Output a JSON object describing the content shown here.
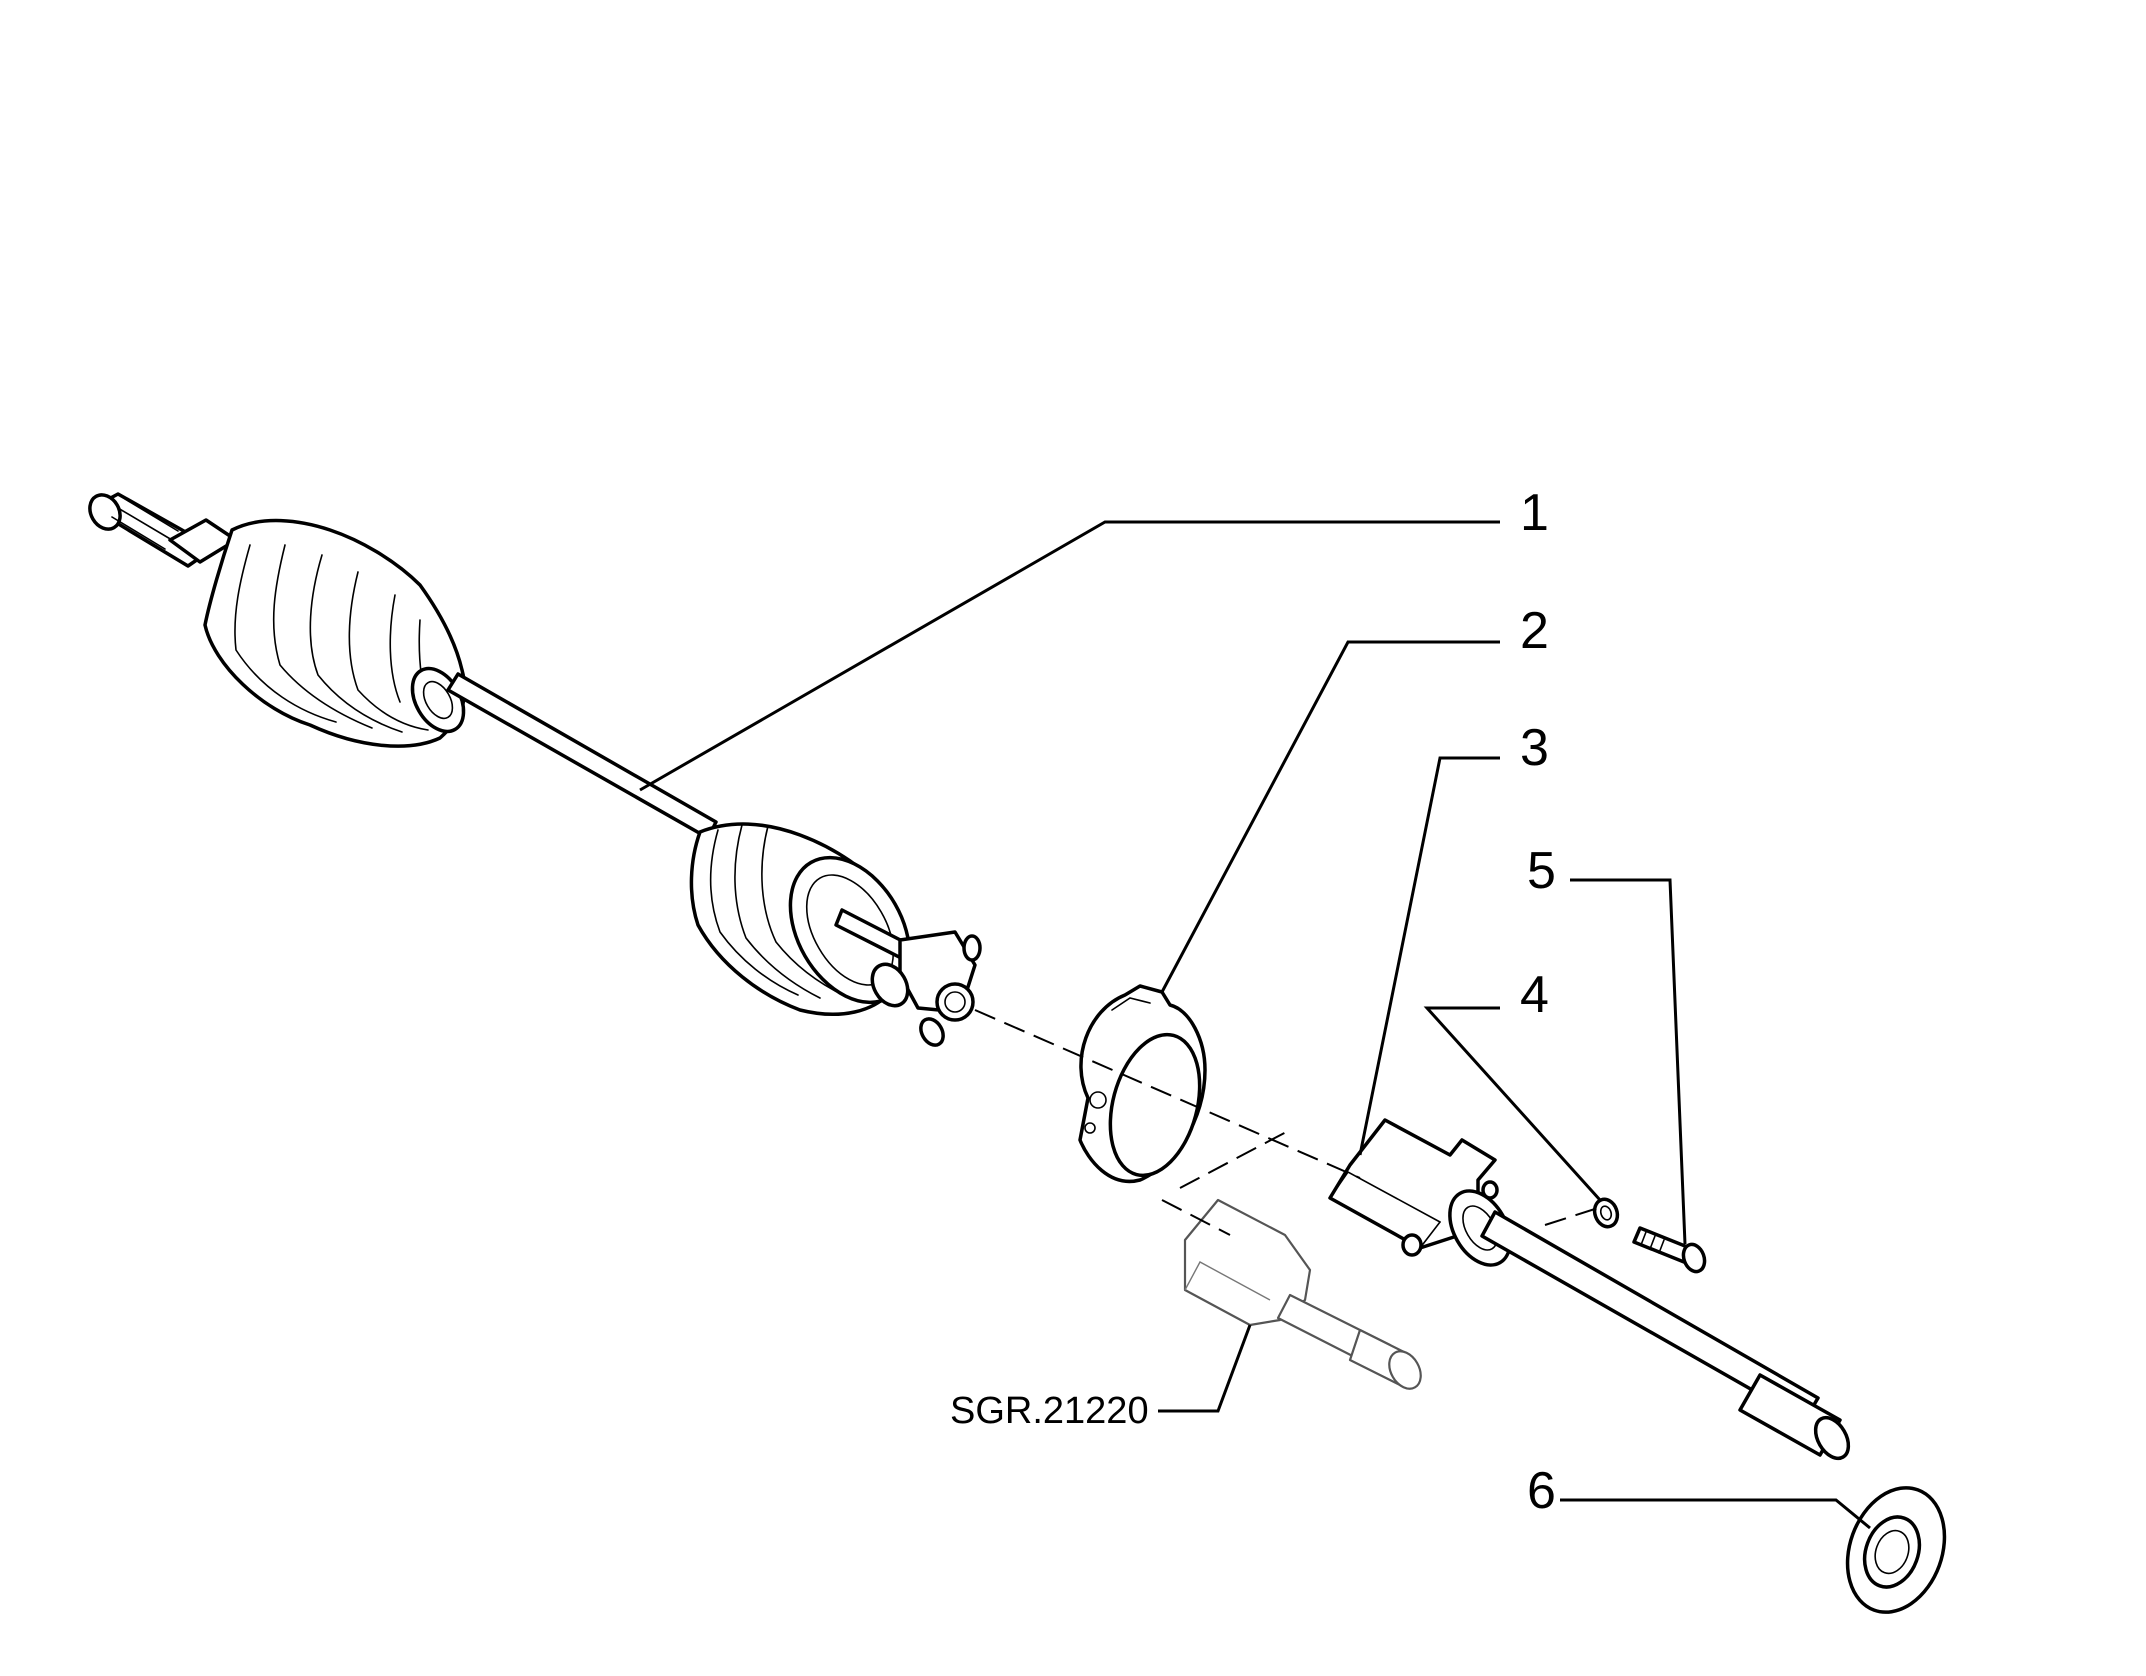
{
  "diagram": {
    "callouts": [
      {
        "id": "1",
        "label": "1"
      },
      {
        "id": "2",
        "label": "2"
      },
      {
        "id": "3",
        "label": "3"
      },
      {
        "id": "4",
        "label": "4"
      },
      {
        "id": "5",
        "label": "5"
      },
      {
        "id": "6",
        "label": "6"
      }
    ],
    "reference_code": "SGR.21220",
    "colors": {
      "line": "#000000",
      "background": "#ffffff"
    }
  }
}
